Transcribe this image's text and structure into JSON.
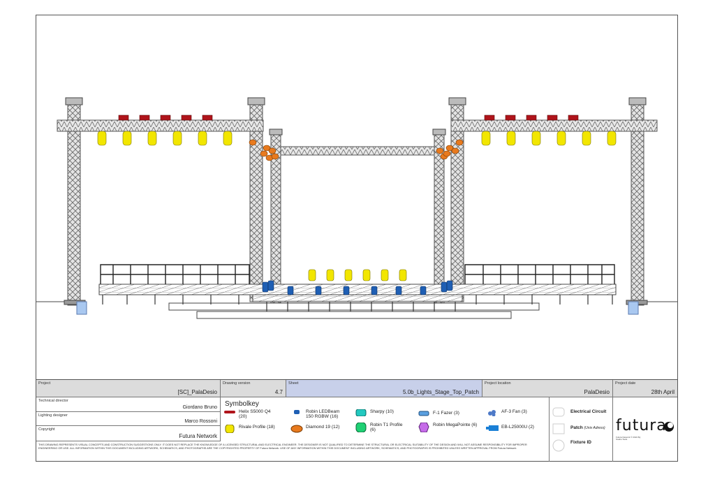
{
  "titleblock": {
    "project_label": "Project",
    "project_value": "[SC]_PalaDesio",
    "drawing_version_label": "Drawing version",
    "drawing_version_value": "4.7",
    "sheet_label": "Sheet",
    "sheet_value": "5.0b_Lights_Stage_Top_Patch",
    "location_label": "Project location",
    "location_value": "PalaDesio",
    "date_label": "Project date",
    "date_value": "28th April",
    "td_label": "Technical director",
    "td_value": "Giordano Bruno",
    "ld_label": "Lighting designer",
    "ld_value": "Marco Rossoni",
    "copyright_label": "Copyright",
    "copyright_value": "Futura Network",
    "disclaimer": "THIS DRAWING REPRESENTS VISUAL CONCEPTS AND CONSTRUCTION SUGGESTIONS ONLY. IT DOES NOT REPLACE THE KNOWLEDGE OF A LICENSED STRUCTURAL AND ELECTRICAL ENGINEER. THE DESIGNER IS NOT QUALIFIED TO DETERMINE THE STRUCTURAL OR ELECTRICAL SUITABILITY OF THE DESIGN AND WILL NOT ASSUME RESPONSIBILITY FOR IMPROPER ENGINEERING OR USE. ALL INFORMATION WITHIN THIS DOCUMENT INCLUDING ARTWORK, SCHEMATICS, AND PHOTOGRAPHS ARE THE COPYRIGHTED PROPERTY OF Futura Network. USE OF ANY INFORMATION WITHIN THIS DOCUMENT INCLUDING ARTWORK, SCHEMATICS, AND PHOTOGRAPHS IS PROHIBITED UNLESS WRITTEN APPROVAL FROM Futura Network"
  },
  "symbolkey": {
    "title": "Symbolkey",
    "items": [
      {
        "label": "Helix S5000 Q4 (20)",
        "color": "#b0141b"
      },
      {
        "label": "Robin LEDBeam 150 RGBW (16)",
        "color": "#1f5fb4"
      },
      {
        "label": "Sharpy (10)",
        "color": "#22c9c0"
      },
      {
        "label": "F-1 Fazer (3)",
        "color": "#5aa0e0"
      },
      {
        "label": "AF-3 Fan (3)",
        "color": "#4d79c7"
      },
      {
        "label": "Rivale Profile (18)",
        "color": "#f2e600"
      },
      {
        "label": "Diamond 19 (12)",
        "color": "#e87a1e"
      },
      {
        "label": "Robin T1 Profile (6)",
        "color": "#1fd074"
      },
      {
        "label": "Robin MegaPointe (6)",
        "color": "#c56be8"
      },
      {
        "label": "EB-L25000U (2)",
        "color": "#1a7fd6"
      }
    ]
  },
  "legend": {
    "circuit": "Electrical Circuit",
    "patch": "Patch",
    "patch_note": "(Univ Adress)",
    "fixture": "Fixture ID"
  },
  "logo": {
    "name": "futura",
    "small_text": "Futura Network © 2024 By Studio Tools"
  }
}
